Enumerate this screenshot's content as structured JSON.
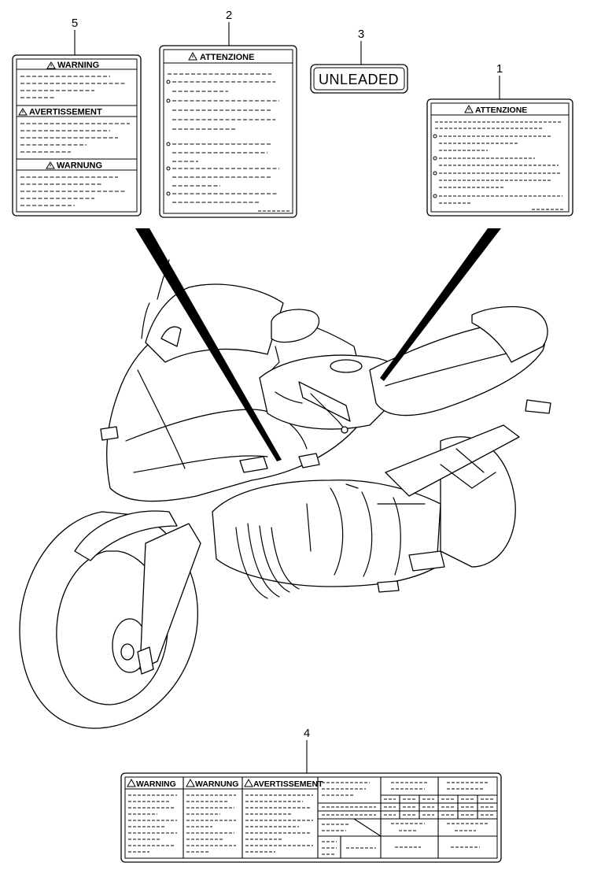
{
  "labels": [
    {
      "number": "5",
      "headers": [
        "WARNING",
        "AVERTISSEMENT",
        "WARNUNG"
      ]
    },
    {
      "number": "2",
      "headers": [
        "ATTENZIONE"
      ]
    },
    {
      "number": "3",
      "text": "UNLEADED"
    },
    {
      "number": "1",
      "headers": [
        "ATTENZIONE"
      ]
    },
    {
      "number": "4",
      "headers": [
        "WARNING",
        "WARNUNG",
        "AVERTISSEMENT"
      ]
    }
  ],
  "icons": {
    "warning_symbol": "warning-triangle-icon"
  }
}
